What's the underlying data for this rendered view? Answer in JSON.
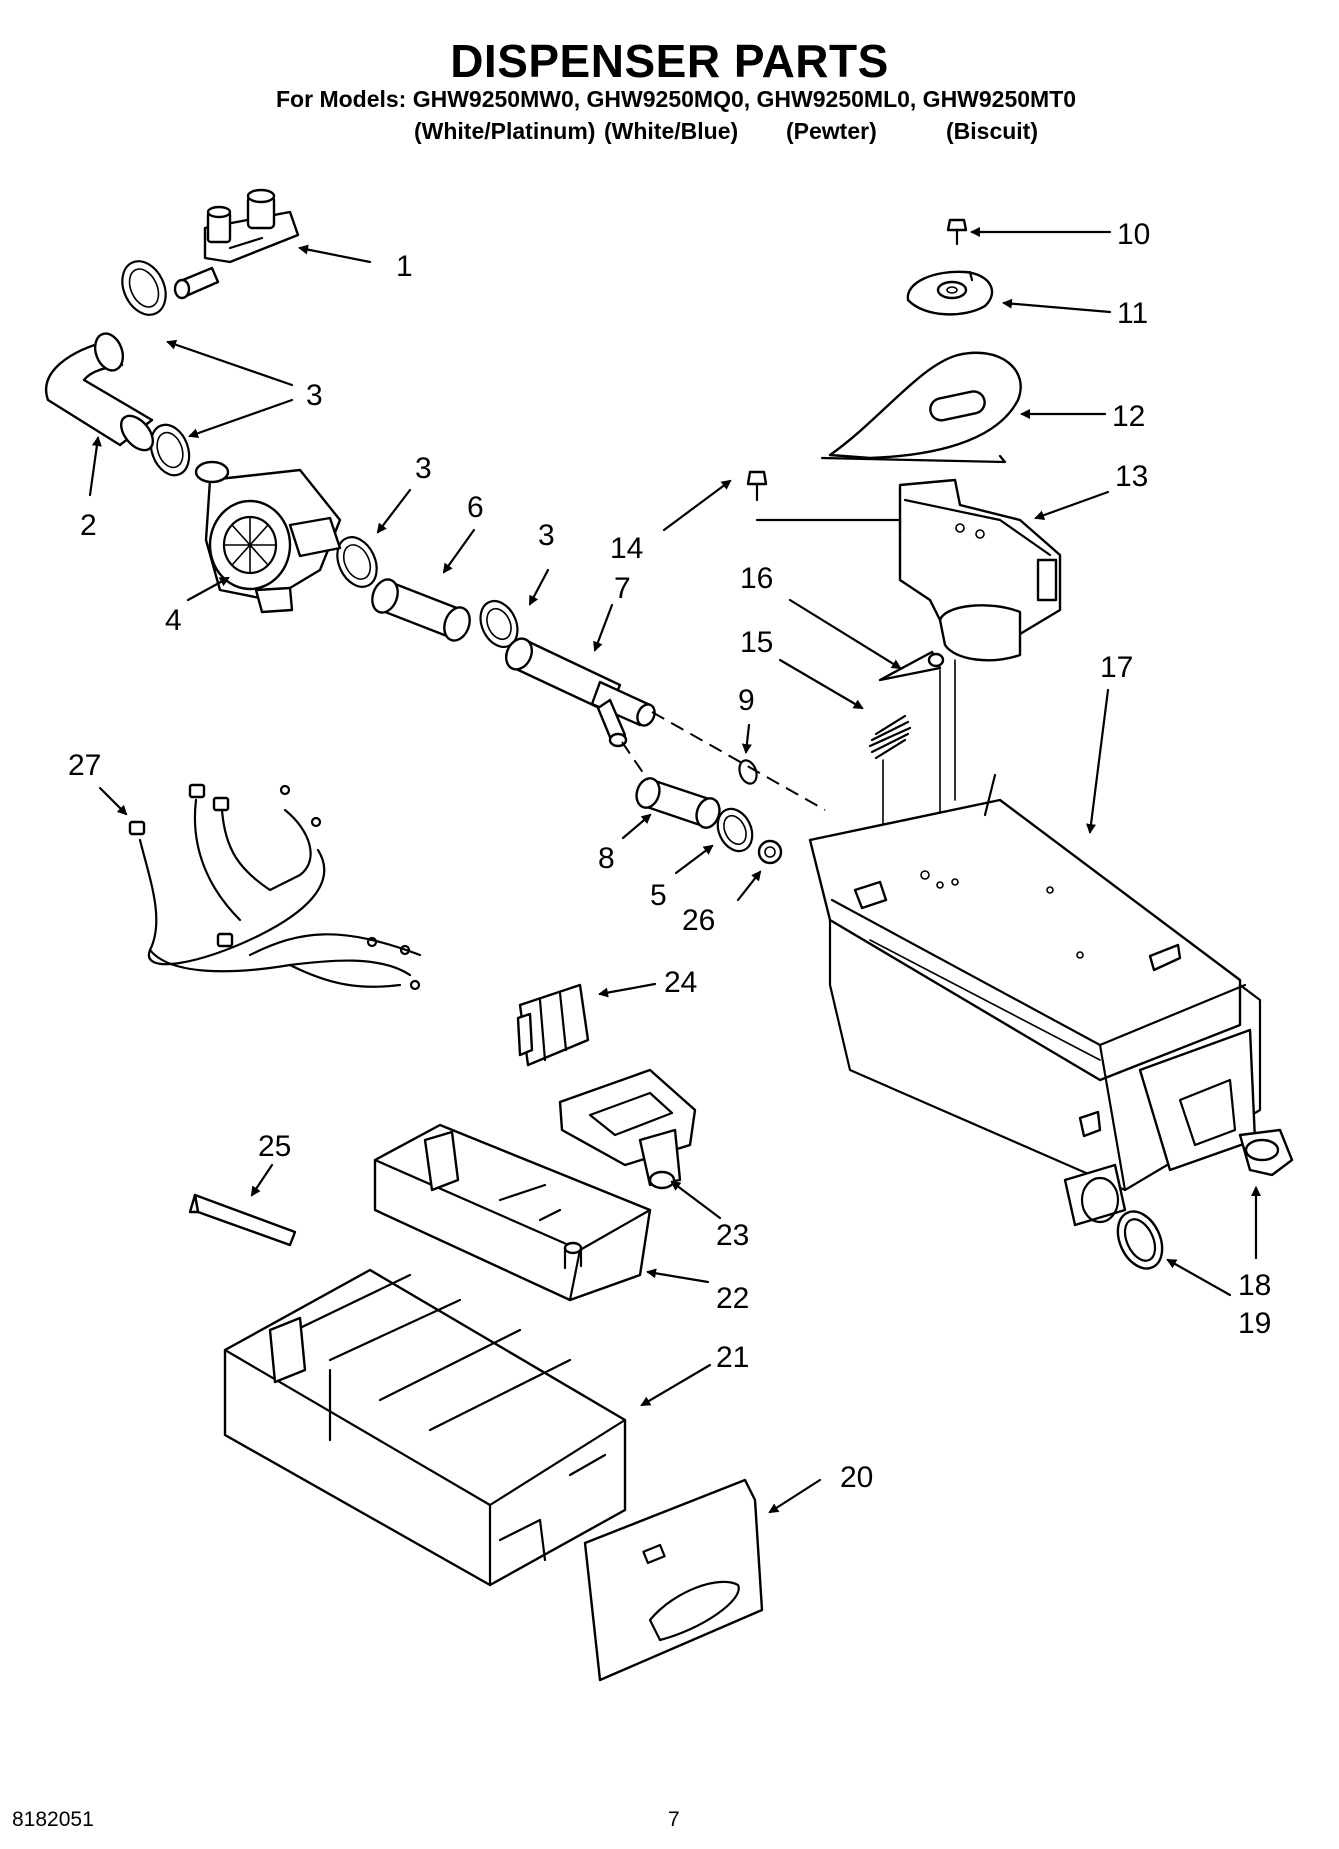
{
  "header": {
    "title": "DISPENSER PARTS",
    "models_line": "For Models: GHW9250MW0, GHW9250MQ0, GHW9250ML0, GHW9250MT0",
    "color_variants": [
      "(White/Platinum)",
      "(White/Blue)",
      "(Pewter)",
      "(Biscuit)"
    ]
  },
  "callouts": [
    "1",
    "2",
    "3",
    "3",
    "3",
    "3",
    "4",
    "5",
    "6",
    "7",
    "8",
    "9",
    "10",
    "11",
    "12",
    "13",
    "14",
    "15",
    "16",
    "17",
    "18",
    "19",
    "20",
    "21",
    "22",
    "23",
    "24",
    "25",
    "26",
    "27"
  ],
  "footer": {
    "doc_number": "8182051",
    "page_number": "7"
  }
}
